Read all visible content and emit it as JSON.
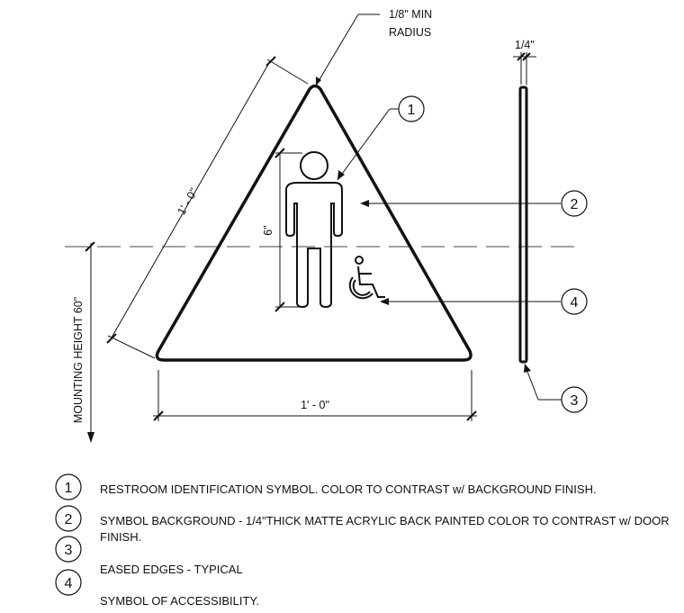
{
  "annotations": {
    "radius_note_line1": "1/8\" MIN",
    "radius_note_line2": "RADIUS",
    "thickness_dim": "1/4\"",
    "side_dim": "1' - 0\"",
    "symbol_height_dim": "6\"",
    "base_dim": "1' - 0\"",
    "mounting_height": "MOUNTING HEIGHT 60\""
  },
  "callouts": [
    "1",
    "2",
    "3",
    "4"
  ],
  "legend": {
    "numbers": [
      "1",
      "2",
      "3",
      "4"
    ],
    "lines": [
      "RESTROOM IDENTIFICATION SYMBOL.  COLOR TO CONTRAST w/ BACKGROUND FINISH.",
      "SYMBOL BACKGROUND - 1/4\"THICK MATTE ACRYLIC BACK PAINTED COLOR TO CONTRAST w/ DOOR",
      "FINISH.",
      "EASED EDGES - TYPICAL",
      "SYMBOL OF ACCESSIBILITY."
    ]
  }
}
